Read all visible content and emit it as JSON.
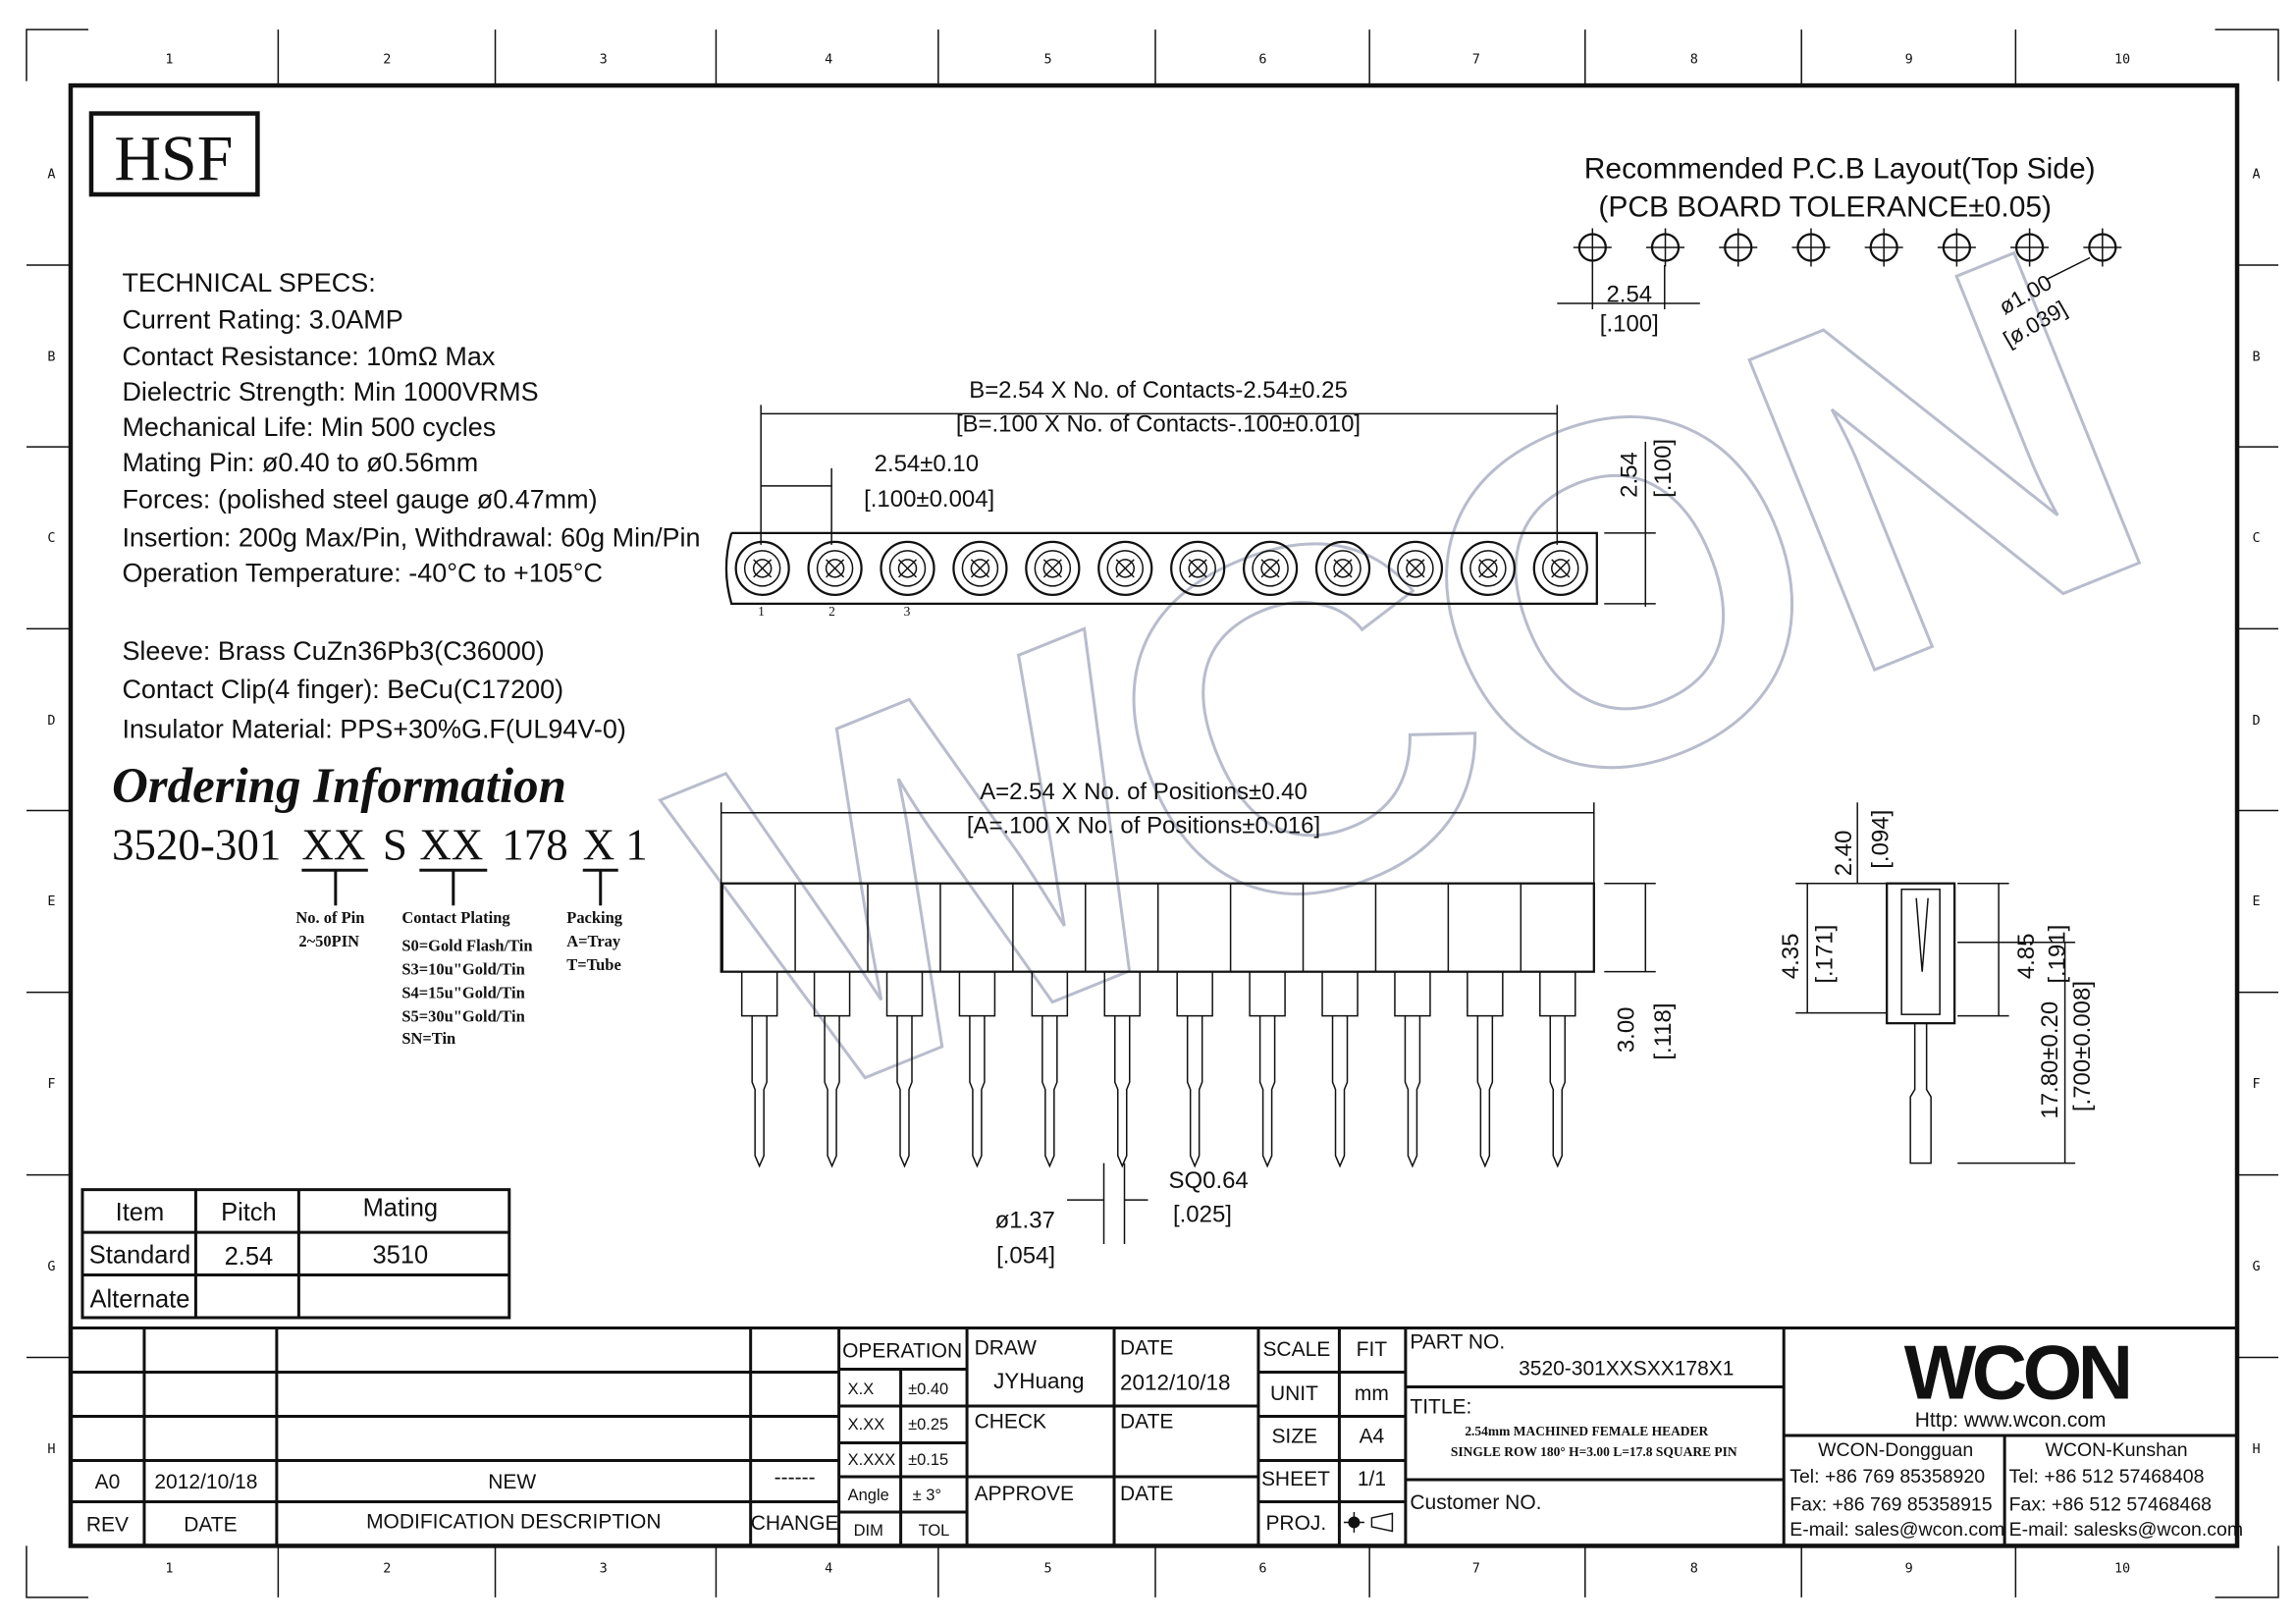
{
  "logo_hsf": "HSF",
  "watermark": "WCON",
  "frame": {
    "columns": [
      "1",
      "2",
      "3",
      "4",
      "5",
      "6",
      "7",
      "8",
      "9",
      "10"
    ],
    "rows": [
      "A",
      "B",
      "C",
      "D",
      "E",
      "F",
      "G",
      "H"
    ]
  },
  "specs": {
    "heading": "TECHNICAL SPECS:",
    "lines": [
      "Current Rating: 3.0AMP",
      "Contact Resistance: 10mΩ Max",
      "Dielectric Strength:  Min 1000VRMS",
      "Mechanical Life:  Min 500 cycles",
      "Mating Pin: ø0.40 to ø0.56mm",
      "Forces:  (polished steel gauge ø0.47mm)",
      "Insertion: 200g Max/Pin, Withdrawal: 60g Min/Pin",
      "Operation Temperature: -40°C to +105°C"
    ],
    "materials": [
      "Sleeve: Brass CuZn36Pb3(C36000)",
      "Contact Clip(4 finger): BeCu(C17200)",
      "Insulator Material: PPS+30%G.F(UL94V-0)"
    ]
  },
  "ordering": {
    "title": "Ordering Information",
    "code_parts": [
      "3520-301",
      "XX",
      "S",
      "XX",
      "178",
      "X",
      "1"
    ],
    "pin_label": "No. of Pin",
    "pin_range": "2~50PIN",
    "plating_label": "Contact Plating",
    "plating_options": [
      "S0=Gold Flash/Tin",
      "S3=10u\"Gold/Tin",
      "S4=15u\"Gold/Tin",
      "S5=30u\"Gold/Tin",
      "SN=Tin"
    ],
    "packing_label": "Packing",
    "packing_options": [
      "A=Tray",
      "T=Tube"
    ]
  },
  "mating_table": {
    "headers": [
      "Item",
      "Pitch",
      "Mating"
    ],
    "rows": [
      [
        "Standard",
        "2.54",
        "3510"
      ],
      [
        "Alternate",
        "",
        ""
      ]
    ]
  },
  "pcb": {
    "title": "Recommended P.C.B Layout(Top Side)",
    "tolerance": "(PCB BOARD TOLERANCE±0.05)",
    "pitch": "2.54",
    "pitch_in": "[.100]",
    "hole": "ø1.00",
    "hole_in": "[ø.039]"
  },
  "dims": {
    "b_mm": "B=2.54 X No. of Contacts-2.54±0.25",
    "b_in": "[B=.100 X No. of Contacts-.100±0.010]",
    "pitch_mm": "2.54±0.10",
    "pitch_in": "[.100±0.004]",
    "width_mm": "2.54",
    "width_in": "[.100]",
    "pin_numbers": [
      "1",
      "2",
      "3"
    ],
    "a_mm": "A=2.54 X No. of Positions±0.40",
    "a_in": "[A=.100 X No. of Positions±0.016]",
    "h_mm": "3.00",
    "h_in": "[.118]",
    "dia_mm": "ø1.37",
    "dia_in": "[.054]",
    "sq_mm": "SQ0.64",
    "sq_in": "[.025]",
    "top_mm": "2.40",
    "top_in": "[.094]",
    "body_mm": "4.35",
    "body_in": "[.171]",
    "sleeve_mm": "4.85",
    "sleeve_in": "[.191]",
    "total_mm": "17.80±0.20",
    "total_in": "[.700±0.008]"
  },
  "revision": {
    "rev": "A0",
    "date": "2012/10/18",
    "description": "NEW",
    "change": "------",
    "headers": [
      "REV",
      "DATE",
      "MODIFICATION  DESCRIPTION",
      "CHANGE"
    ]
  },
  "tolerance": {
    "title": "OPERATION",
    "rows": [
      [
        "X.X",
        "±0.40"
      ],
      [
        "X.XX",
        "±0.25"
      ],
      [
        "X.XXX",
        "±0.15"
      ],
      [
        "Angle",
        "± 3°"
      ]
    ],
    "footer": [
      "DIM",
      "TOL"
    ]
  },
  "approvals": {
    "draw_label": "DRAW",
    "draw_name": "JYHuang",
    "date_label": "DATE",
    "draw_date": "2012/10/18",
    "check_label": "CHECK",
    "approve_label": "APPROVE"
  },
  "sheet_info": {
    "scale_label": "SCALE",
    "scale": "FIT",
    "unit_label": "UNIT",
    "unit": "mm",
    "size_label": "SIZE",
    "size": "A4",
    "sheet_label": "SHEET",
    "sheet": "1/1",
    "proj_label": "PROJ."
  },
  "part": {
    "label": "PART NO.",
    "number": "3520-301XXSXX178X1",
    "title_label": "TITLE:",
    "title_line1": "2.54mm MACHINED FEMALE HEADER",
    "title_line2": "SINGLE ROW 180° H=3.00 L=17.8 SQUARE PIN",
    "customer_label": "Customer NO."
  },
  "company": {
    "logo": "WCON",
    "url": "Http:  www.wcon.com",
    "dongguan": {
      "name": "WCON-Dongguan",
      "tel": "Tel:  +86 769 85358920",
      "fax": "Fax:  +86 769 85358915",
      "email": "E-mail:  sales@wcon.com"
    },
    "kunshan": {
      "name": "WCON-Kunshan",
      "tel": "Tel:  +86 512 57468408",
      "fax": "Fax:  +86 512 57468468",
      "email": "E-mail:  salesks@wcon.com"
    }
  }
}
